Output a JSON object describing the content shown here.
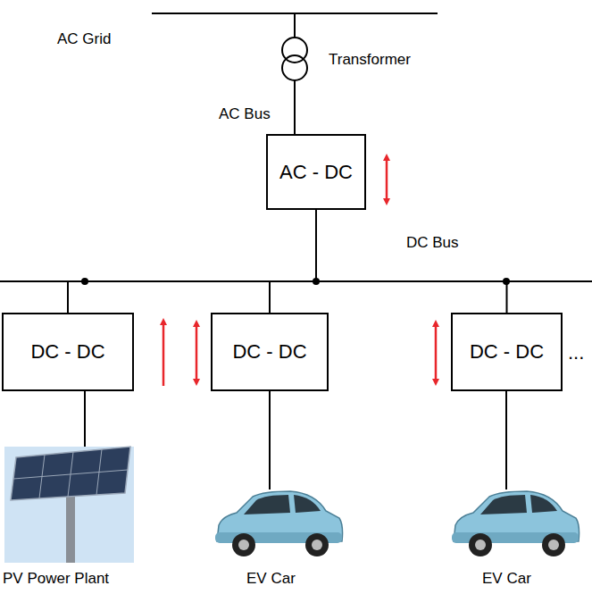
{
  "diagram": {
    "nodes": [
      {
        "text": [
          "AC - DC"
        ]
      },
      {
        "text": [
          "DC - DC"
        ]
      },
      {
        "text": [
          "DC - DC"
        ]
      },
      {
        "text": [
          "DC - DC"
        ]
      }
    ],
    "edges": [
      {
        "from": 0,
        "to": 1,
        "arrow": "none"
      },
      {
        "from": 0,
        "to": 2,
        "arrow": "none"
      },
      {
        "from": 0,
        "to": 3,
        "arrow": "none"
      }
    ],
    "labels": [
      "AC Grid",
      "Transformer",
      "AC Bus",
      "DC Bus",
      "...",
      "PV Power Plant",
      "EV Car",
      "EV Car"
    ]
  }
}
